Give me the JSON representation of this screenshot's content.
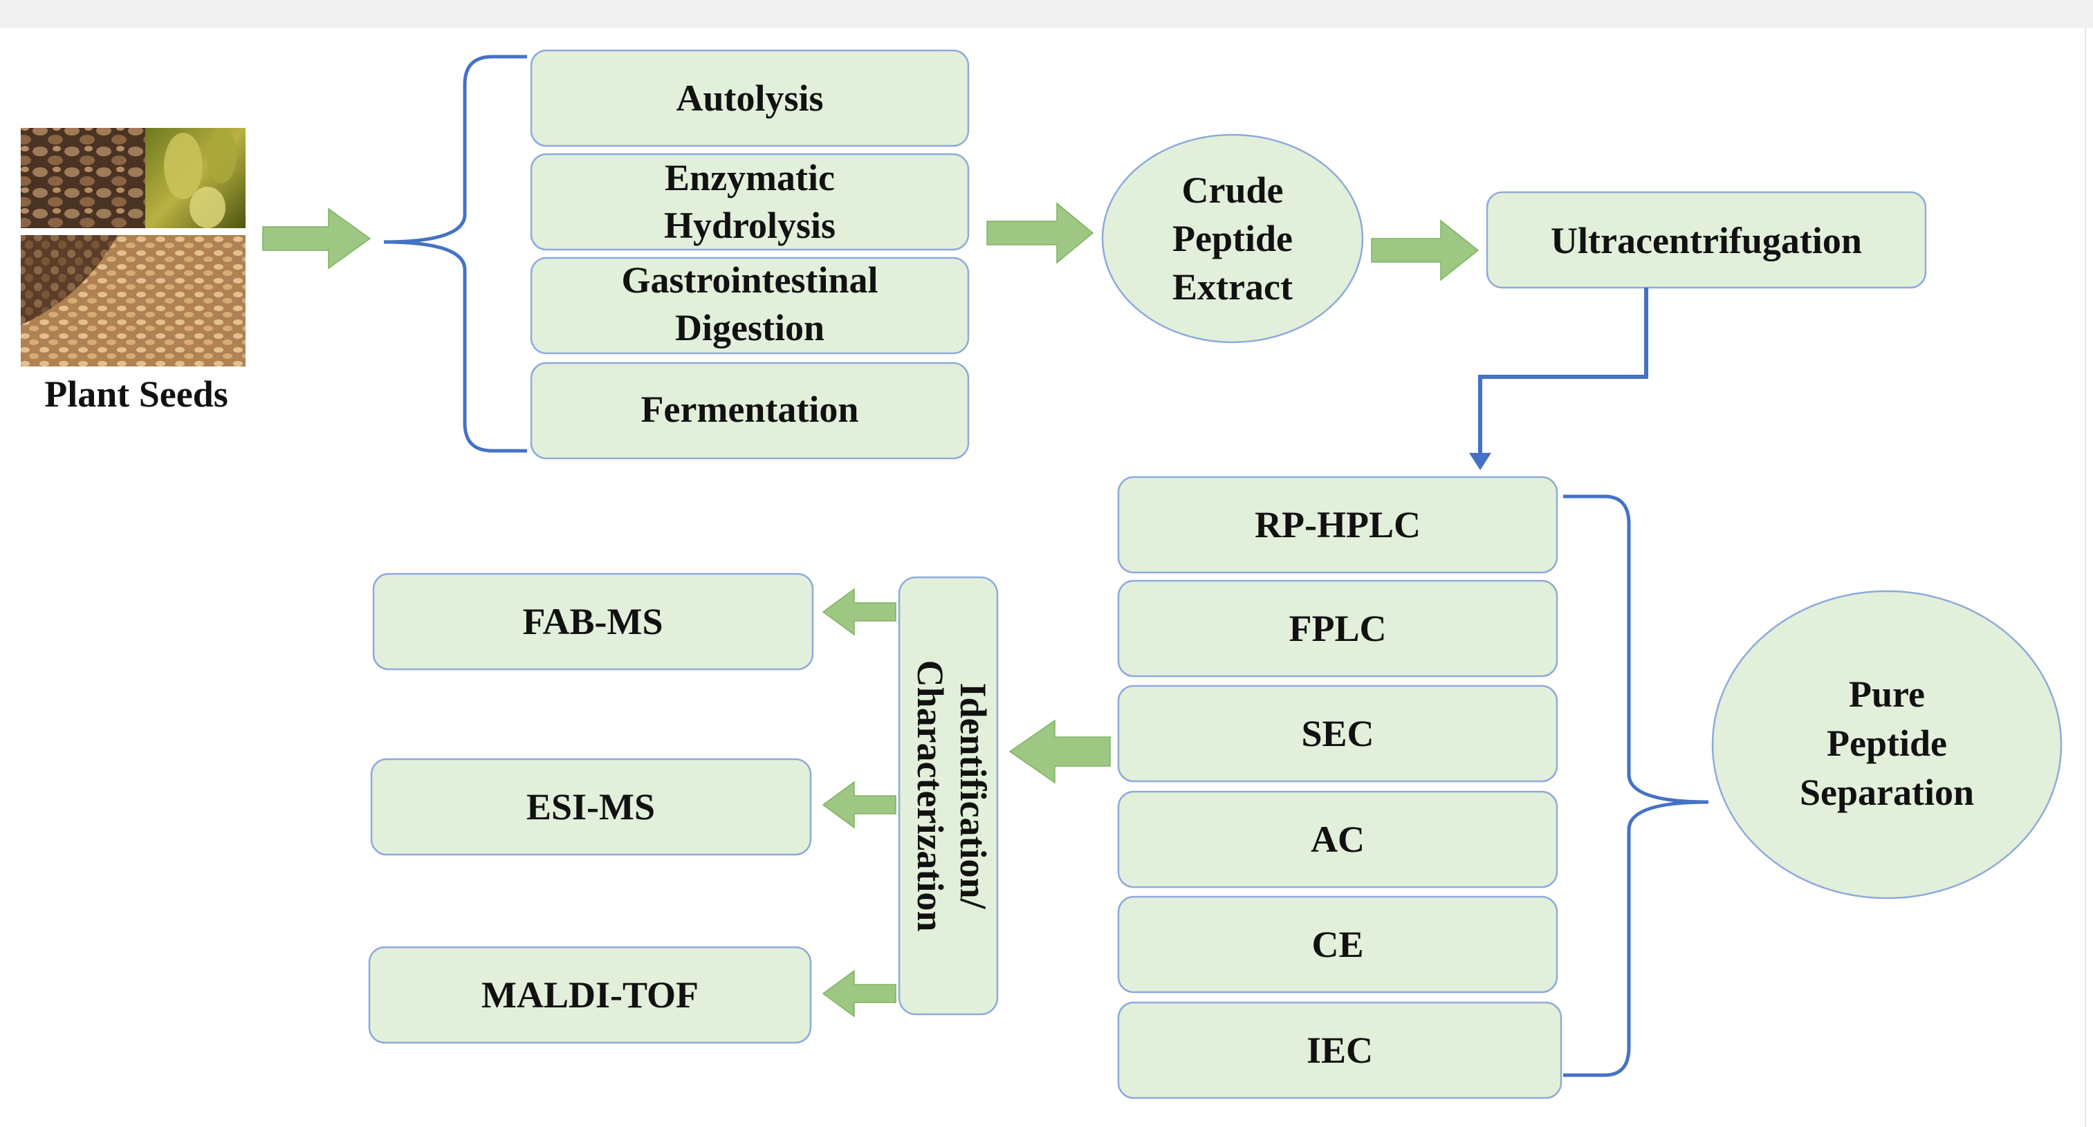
{
  "colors": {
    "box_fill": "#e2efda",
    "box_stroke": "#8eaadb",
    "bracket": "#4472c4",
    "arrow_fill": "#9dc783",
    "text": "#111111"
  },
  "source": {
    "label": "Plant Seeds"
  },
  "methods": [
    {
      "lines": [
        "Autolysis"
      ]
    },
    {
      "lines": [
        "Enzymatic",
        "Hydrolysis"
      ]
    },
    {
      "lines": [
        "Gastrointestinal",
        "Digestion"
      ]
    },
    {
      "lines": [
        "Fermentation"
      ]
    }
  ],
  "crude": {
    "lines": [
      "Crude",
      "Peptide",
      "Extract"
    ]
  },
  "ultra": {
    "label": "Ultracentrifugation"
  },
  "separation_methods": [
    "RP-HPLC",
    "FPLC",
    "SEC",
    "AC",
    "CE",
    "IEC"
  ],
  "pure": {
    "lines": [
      "Pure",
      "Peptide",
      "Separation"
    ]
  },
  "identification": {
    "lines": [
      "Identification/",
      "Characterization"
    ]
  },
  "ms_methods": [
    "FAB-MS",
    "ESI-MS",
    "MALDI-TOF"
  ]
}
